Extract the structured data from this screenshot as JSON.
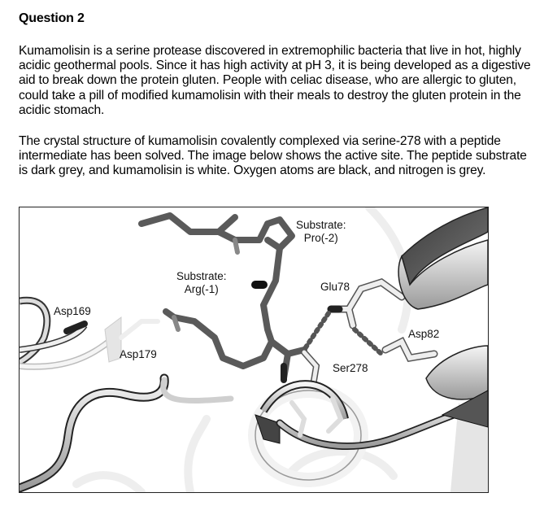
{
  "question": {
    "title": "Question 2",
    "paragraphs": [
      "Kumamolisin is a serine protease discovered in extremophilic bacteria that live in hot, highly acidic geothermal pools.  Since it has high activity at pH 3, it is being developed as a digestive aid to break down the protein gluten.  People with celiac disease, who are allergic to gluten, could take a pill of modified kumamolisin with their meals to destroy the gluten protein in the acidic stomach.",
      "The crystal structure of kumamolisin covalently complexed via serine-278 with a peptide intermediate has been solved.  The image below shows the active site.  The peptide substrate is dark grey, and kumamolisin is white.  Oxygen atoms are black, and nitrogen is grey."
    ]
  },
  "figure": {
    "description": "Active site of kumamolisin with covalently bound peptide intermediate",
    "labels": {
      "pro": {
        "line1": "Substrate:",
        "line2": "Pro(-2)"
      },
      "arg": {
        "line1": "Substrate:",
        "line2": "Arg(-1)"
      },
      "glu78": "Glu78",
      "asp169": "Asp169",
      "asp82": "Asp82",
      "asp179": "Asp179",
      "ser278": "Ser278"
    },
    "colors": {
      "substrate": "#5a5a5a",
      "protein": "#e8e8e8",
      "oxygen": "#1a1a1a",
      "nitrogen": "#8a8a8a",
      "hbond": "#555555"
    }
  }
}
